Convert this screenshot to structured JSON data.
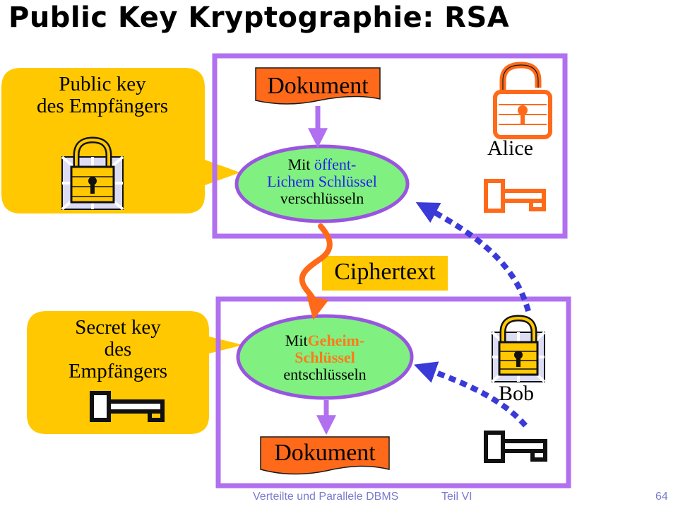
{
  "title": "Public Key Kryptographie: RSA",
  "doc_top": "Dokument",
  "doc_bottom": "Dokument",
  "ciphertext": "Ciphertext",
  "alice": "Alice",
  "bob": "Bob",
  "public_bubble": {
    "line1": "Public key",
    "line2": "des Empfängers"
  },
  "secret_bubble": {
    "line1": "Secret key",
    "line2": "des",
    "line3": "Empfängers"
  },
  "encrypt": {
    "pre1": "Mit ",
    "hl1": "öffent-",
    "line2": "Lichem Schlüssel",
    "line3": "verschlüsseln"
  },
  "decrypt": {
    "pre1": "Mit",
    "hl1": "Geheim-",
    "line2": "Schlüssel",
    "line3": "entschlüsseln"
  },
  "footer": {
    "course": "Verteilte und Parallele DBMS",
    "part": "Teil VI",
    "page": "64"
  },
  "colors": {
    "box_border": "#b070f0",
    "bubble": "#ffc800",
    "doc": "#ff6a1a",
    "ellipse": "#80f080",
    "ellipse_border": "#9a55e0",
    "highlight_blue": "#2222ee",
    "highlight_orange": "#ff7a1a",
    "arrow_dotted": "#3a3ad8",
    "ciphertext_bg": "#ffc800",
    "key": "#ff6a1a"
  },
  "icons": [
    "padlock-icon",
    "key-icon"
  ]
}
